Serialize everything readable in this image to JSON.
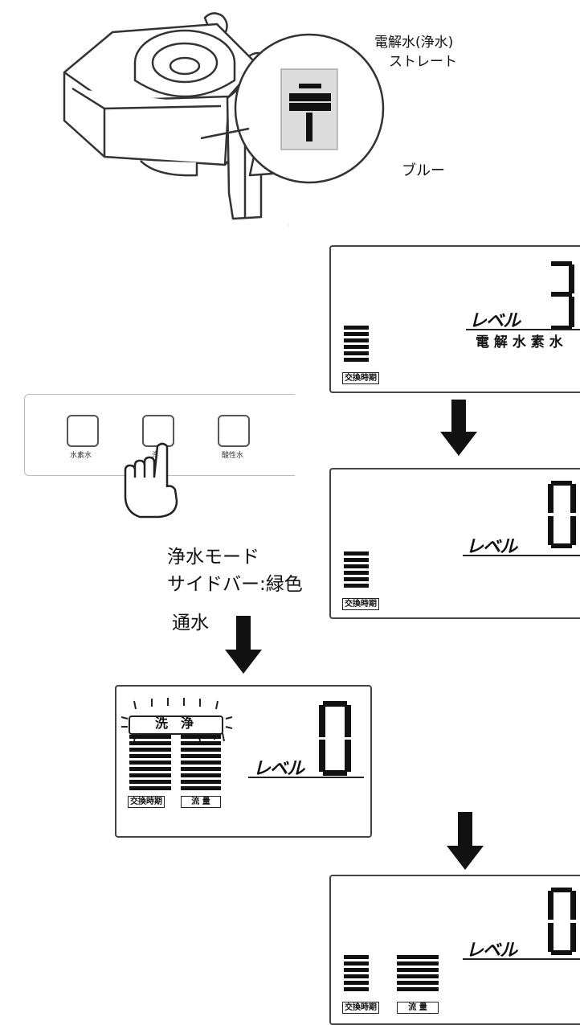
{
  "callout": {
    "line1": "電解水(浄水)",
    "line2": "ストレート",
    "color_label": "ブルー"
  },
  "display_1": {
    "level_label": "レベル",
    "digit": "3",
    "mode_label": "電 解 水 素 水",
    "exchange_label": "交換時期"
  },
  "display_2": {
    "level_label": "レベル",
    "digit": "0",
    "exchange_label": "交換時期"
  },
  "panel": {
    "button_left": "水素水",
    "button_middle": "浄",
    "button_right": "酸性水"
  },
  "caption": {
    "line1": "浄水モード",
    "line2": "サイドバー:緑色",
    "flow": "通水"
  },
  "display_3": {
    "wash_label": "洗　浄",
    "level_label": "レベル",
    "digit": "0",
    "exchange_label": "交換時期",
    "flow_label": "流 量"
  },
  "display_4": {
    "level_label": "レベル",
    "digit": "0",
    "exchange_label": "交換時期",
    "flow_label": "流 量"
  }
}
